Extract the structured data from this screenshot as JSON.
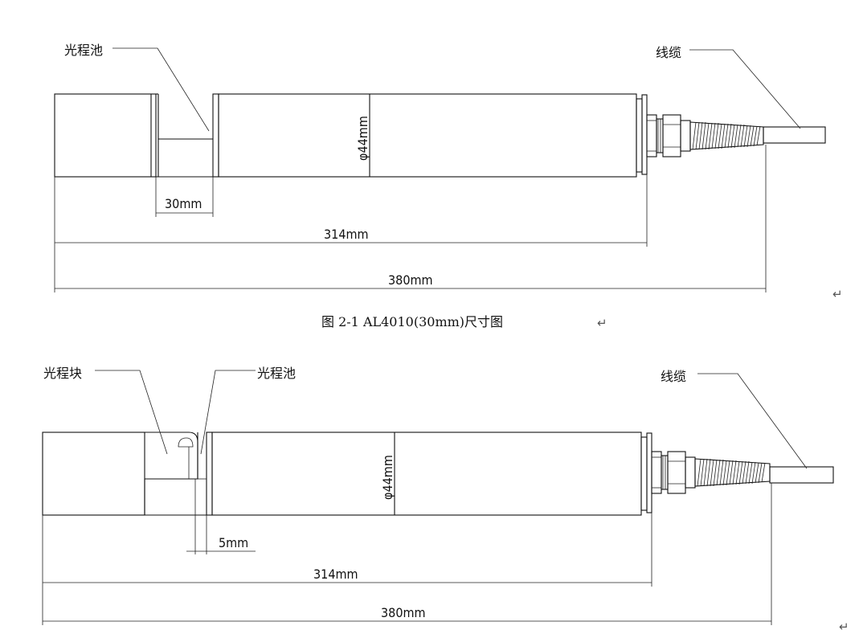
{
  "figure1": {
    "label_cell": "光程池",
    "label_cable": "线缆",
    "dim_gap": "30mm",
    "dim_body": "314mm",
    "dim_total": "380mm",
    "dim_diameter": "φ44mm",
    "caption": "图 2-1   AL4010(30mm)尺寸图",
    "para_mark": "↵"
  },
  "figure2": {
    "label_block": "光程块",
    "label_cell": "光程池",
    "label_cable": "线缆",
    "dim_gap": "5mm",
    "dim_body": "314mm",
    "dim_total": "380mm",
    "dim_diameter": "φ44mm",
    "para_mark": "↵"
  }
}
